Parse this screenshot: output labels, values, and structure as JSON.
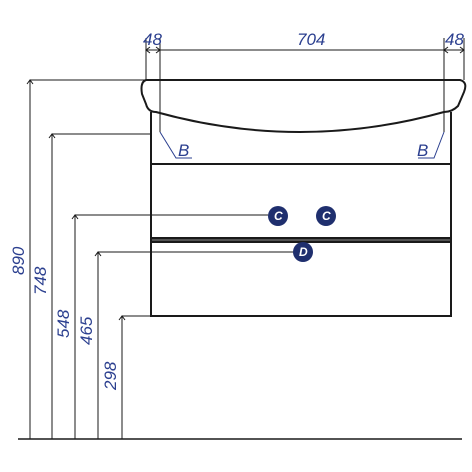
{
  "dimensions": {
    "top": {
      "left_margin": "48",
      "width": "704",
      "right_margin": "48"
    },
    "heights": {
      "total": "890",
      "basin": "748",
      "drawer_upper": "548",
      "drawer_lower": "465",
      "base": "298"
    }
  },
  "markers": {
    "b_left": "B",
    "b_right": "B",
    "c_left": "C",
    "c_right": "C",
    "d": "D"
  },
  "colors": {
    "line": "#1a1a1a",
    "dim": "#2b3f8f",
    "marker_fill": "#1f2f6e"
  }
}
